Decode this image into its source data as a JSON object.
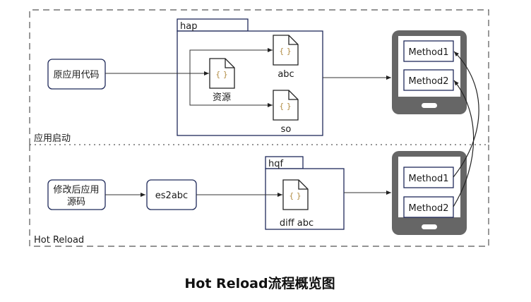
{
  "title": "Hot Reload流程概览图",
  "regions": {
    "app_launch": {
      "label": "应用启动"
    },
    "hot_reload": {
      "label": "Hot Reload"
    }
  },
  "app_launch": {
    "source_box": "原应用代码",
    "package": {
      "label": "hap",
      "files": [
        {
          "label": "资源",
          "icon": "file-code-icon"
        },
        {
          "label": "abc",
          "icon": "file-code-icon"
        },
        {
          "label": "so",
          "icon": "file-code-icon"
        }
      ]
    },
    "device": {
      "icon": "tablet-icon",
      "methods": [
        "Method1",
        "Method2"
      ]
    }
  },
  "hot_reload": {
    "source_box": "修改后应用\n源码",
    "source_lines": [
      "修改后应用",
      "源码"
    ],
    "compiler_box": "es2abc",
    "package": {
      "label": "hqf",
      "files": [
        {
          "label": "diff abc",
          "icon": "file-code-icon"
        }
      ]
    },
    "device": {
      "icon": "tablet-icon",
      "methods": [
        "Method1",
        "Method2"
      ]
    }
  },
  "file_glyph": "{ }",
  "colors": {
    "box_border": "#1f2a5a",
    "device_gray": "#666666",
    "line": "#333333",
    "region_dash": "#555555",
    "brace": "#b08a40"
  }
}
